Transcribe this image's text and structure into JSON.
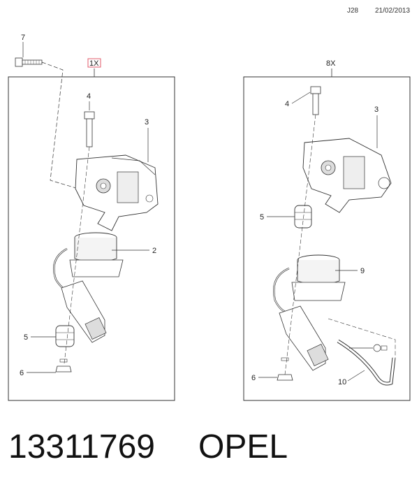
{
  "header": {
    "code": "J28",
    "date": "21/02/2013"
  },
  "left_panel": {
    "quantity": "1X",
    "callouts": {
      "c7": "7",
      "c4": "4",
      "c3": "3",
      "c2": "2",
      "c5": "5",
      "c6": "6"
    }
  },
  "right_panel": {
    "quantity": "8X",
    "callouts": {
      "c4": "4",
      "c3": "3",
      "c5": "5",
      "c9": "9",
      "c6": "6",
      "c10": "10"
    }
  },
  "part_number": "13311769",
  "brand": "OPEL",
  "colors": {
    "outline": "#333333",
    "qty_box": "#e05a6a",
    "shade": "#d9d9d9"
  }
}
